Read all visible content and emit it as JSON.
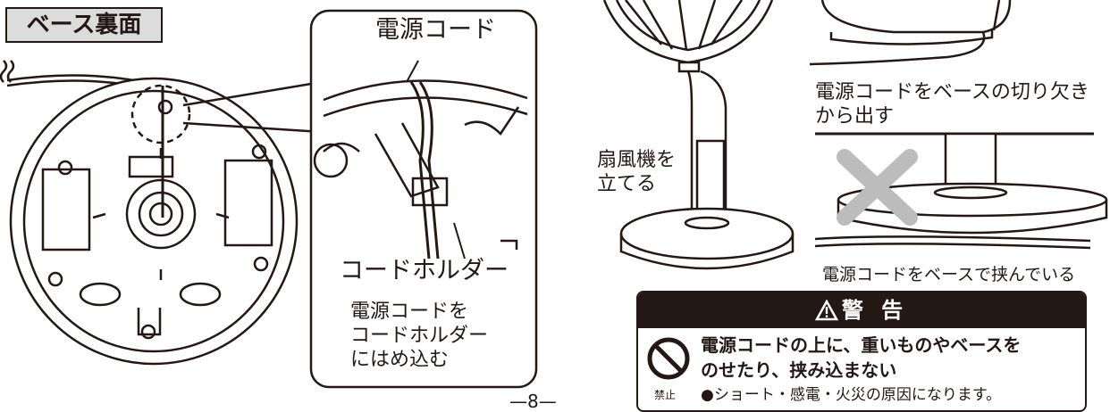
{
  "section_heading": "ベース裏面",
  "left": {
    "callout_power_cord": "電源コード",
    "callout_cord_holder": "コードホルダー",
    "instruction_lines": [
      "電源コードを",
      "コードホルダー",
      "にはめ込む"
    ]
  },
  "right": {
    "stand_fan_lines": [
      "扇風機を",
      "立てる"
    ],
    "correct_caption_lines": [
      "電源コードをベースの切り欠き",
      "から出す"
    ],
    "wrong_caption": "電源コードをベースで挟んでいる"
  },
  "warning": {
    "header": "警 告",
    "lines": [
      "電源コードの上に、重いものやベースを",
      "のせたり、挟み込まない",
      "●ショート・感電・火災の原因になります。"
    ],
    "prohibited_label": "禁止",
    "icons": [
      "warning-triangle-icon",
      "prohibited-circle-icon",
      "cross-mark-icon"
    ]
  },
  "page_number": "—8—"
}
